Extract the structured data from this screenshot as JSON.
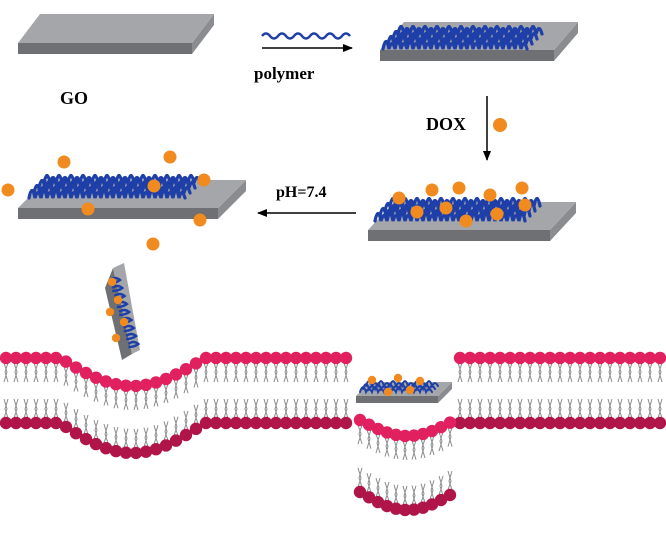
{
  "labels": {
    "go": "GO",
    "polymer": "polymer",
    "dox": "DOX",
    "ph": "pH=7.4"
  },
  "colors": {
    "background": "#ffffff",
    "sheet_top": "#a4a6a9",
    "sheet_front": "#6e7073",
    "sheet_side": "#8a8c8f",
    "polymer": "#1f3fa8",
    "dox": "#f18b1f",
    "lipid_head": "#e0205f",
    "lipid_head_dark": "#b0154a",
    "lipid_tail": "#8c8c8c",
    "arrow": "#000000"
  },
  "icons": {
    "go_sheet": "graphene-oxide-sheet-icon",
    "polymer_chain": "polymer-chain-icon",
    "dox_molecule": "dox-molecule-icon",
    "membrane": "lipid-bilayer-membrane"
  }
}
